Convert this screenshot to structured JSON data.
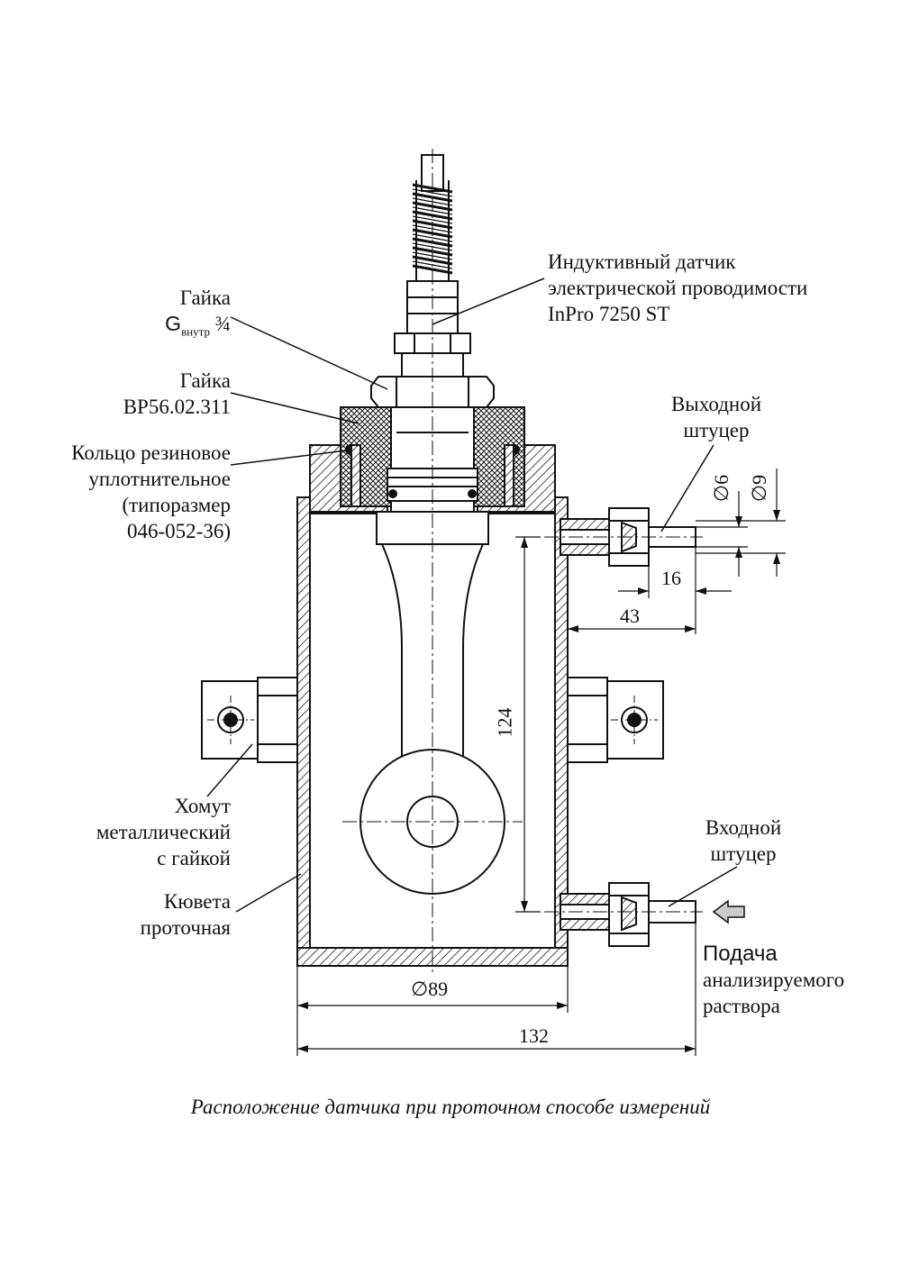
{
  "labels": {
    "sensor": [
      "Индуктивный датчик",
      "электрической проводимости",
      "InPro 7250 ST"
    ],
    "nut1_title": "Гайка",
    "nut1_g": "G",
    "nut1_sub": "внутр",
    "nut1_size": "¾",
    "nut2": [
      "Гайка",
      "ВР56.02.311"
    ],
    "ring": [
      "Кольцо резиновое",
      "уплотнительное",
      "(типоразмер",
      "046-052-36)"
    ],
    "outlet": [
      "Выходной",
      "штуцер"
    ],
    "clamp": [
      "Хомут",
      "металлический",
      "с гайкой"
    ],
    "cuvette": [
      "Кювета",
      "проточная"
    ],
    "inlet": [
      "Входной",
      "штуцер"
    ],
    "feed_title": "Подача",
    "feed_rest": [
      "анализируемого",
      "раствора"
    ]
  },
  "dimensions": {
    "d6": "∅6",
    "d9": "∅9",
    "len16": "16",
    "len43": "43",
    "h124": "124",
    "d89": "∅89",
    "w132": "132"
  },
  "caption": "Расположение датчика при проточном способе измерений"
}
